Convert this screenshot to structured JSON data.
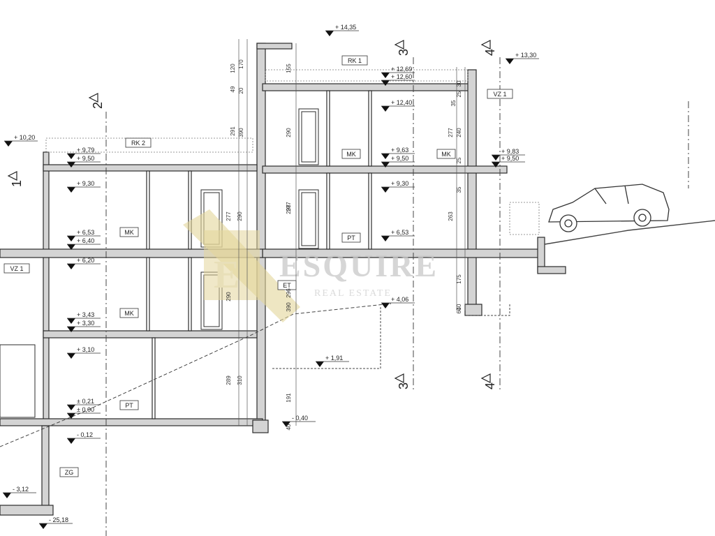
{
  "section_drawing": {
    "level_marks": [
      "+ 14,35",
      "+ 13,30",
      "+ 12,69",
      "+ 12,60",
      "+ 12,40",
      "+ 10,20",
      "+ 9,79",
      "+ 9,50",
      "+ 9,63",
      "+ 9,50",
      "+ 9,83",
      "+ 9,50",
      "+ 9,30",
      "+ 9,30",
      "+ 6,53",
      "+ 6,40",
      "+ 6,53",
      "+ 6,20",
      "+ 4,06",
      "+ 3,43",
      "+ 3,30",
      "+ 3,10",
      "+ 1,91",
      "± 0,21",
      "± 0,00",
      "- 0,12",
      "- 0,40",
      "- 3,12",
      "- 25,18"
    ],
    "room_tags": [
      "RK 1",
      "RK 2",
      "VZ 1",
      "VZ 1",
      "MK",
      "MK",
      "MK",
      "MK",
      "PT",
      "PT",
      "ET",
      "ZG"
    ],
    "section_axes": [
      "1",
      "2",
      "3",
      "3",
      "4",
      "4"
    ],
    "dimensions": [
      "120",
      "170",
      "49",
      "20",
      "291",
      "390",
      "290",
      "277",
      "290",
      "277",
      "290",
      "289",
      "310",
      "155",
      "298",
      "296",
      "390",
      "191",
      "40",
      "40",
      "30",
      "25",
      "240",
      "277",
      "263",
      "35",
      "175",
      "25",
      "60",
      "35"
    ],
    "watermark": {
      "brand": "ESQUIRE",
      "letter": "E",
      "tagline": "REAL ESTATE"
    }
  },
  "colors": {
    "line": "#2b2b2b",
    "wall_fill": "#d4d4d4",
    "watermark_gold": "#e3d59a"
  }
}
